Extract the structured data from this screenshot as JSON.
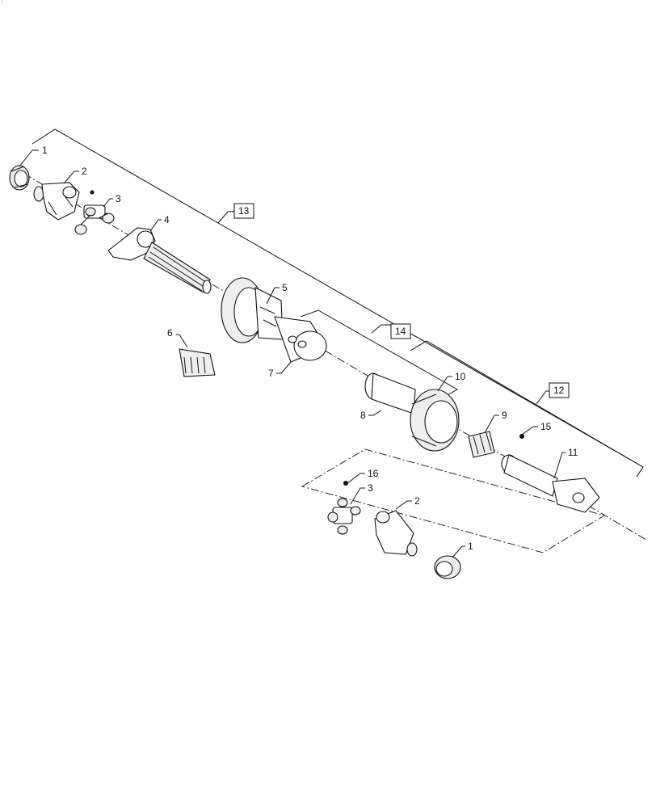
{
  "corner_mark": "·",
  "callouts": [
    {
      "id": "c1a",
      "label": "1"
    },
    {
      "id": "c2a",
      "label": "2"
    },
    {
      "id": "c3a",
      "label": "3"
    },
    {
      "id": "c4",
      "label": "4"
    },
    {
      "id": "c5",
      "label": "5"
    },
    {
      "id": "c6",
      "label": "6"
    },
    {
      "id": "c7",
      "label": "7"
    },
    {
      "id": "c8",
      "label": "8"
    },
    {
      "id": "c9",
      "label": "9"
    },
    {
      "id": "c10",
      "label": "10"
    },
    {
      "id": "c11",
      "label": "11"
    },
    {
      "id": "c15",
      "label": "15"
    },
    {
      "id": "c16",
      "label": "16"
    },
    {
      "id": "c3b",
      "label": "3"
    },
    {
      "id": "c2b",
      "label": "2"
    },
    {
      "id": "c1b",
      "label": "1"
    }
  ],
  "assembly_refs": [
    {
      "id": "r13",
      "label": "13"
    },
    {
      "id": "r14",
      "label": "14"
    },
    {
      "id": "r12",
      "label": "12"
    }
  ]
}
